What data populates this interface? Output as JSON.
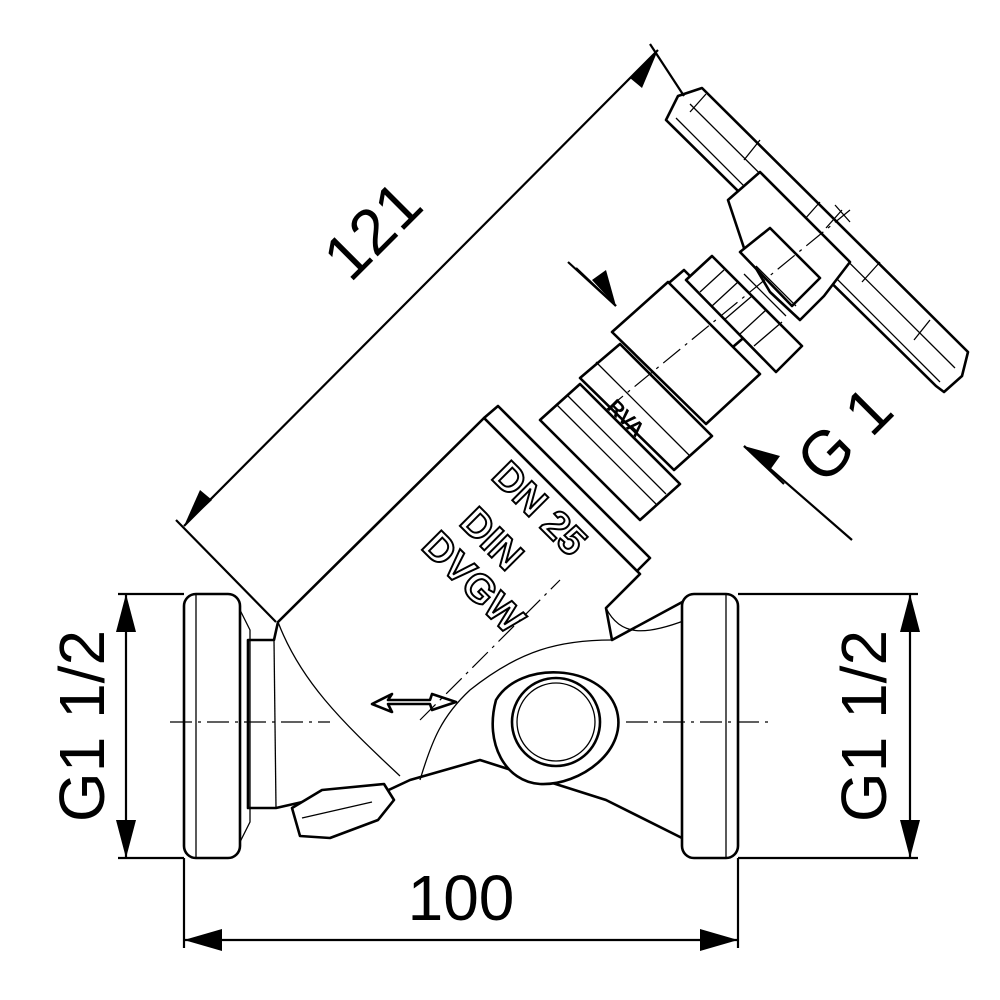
{
  "dimensions": {
    "overall_length": "100",
    "spindle_length": "121",
    "left_thread": "G1 1/2",
    "right_thread": "G1 1/2",
    "bonnet_thread": "G 1"
  },
  "body_markings": {
    "line1": "DN 25",
    "line2": "DIN",
    "line3": "DVGW"
  },
  "bonnet_marking": "RVA"
}
